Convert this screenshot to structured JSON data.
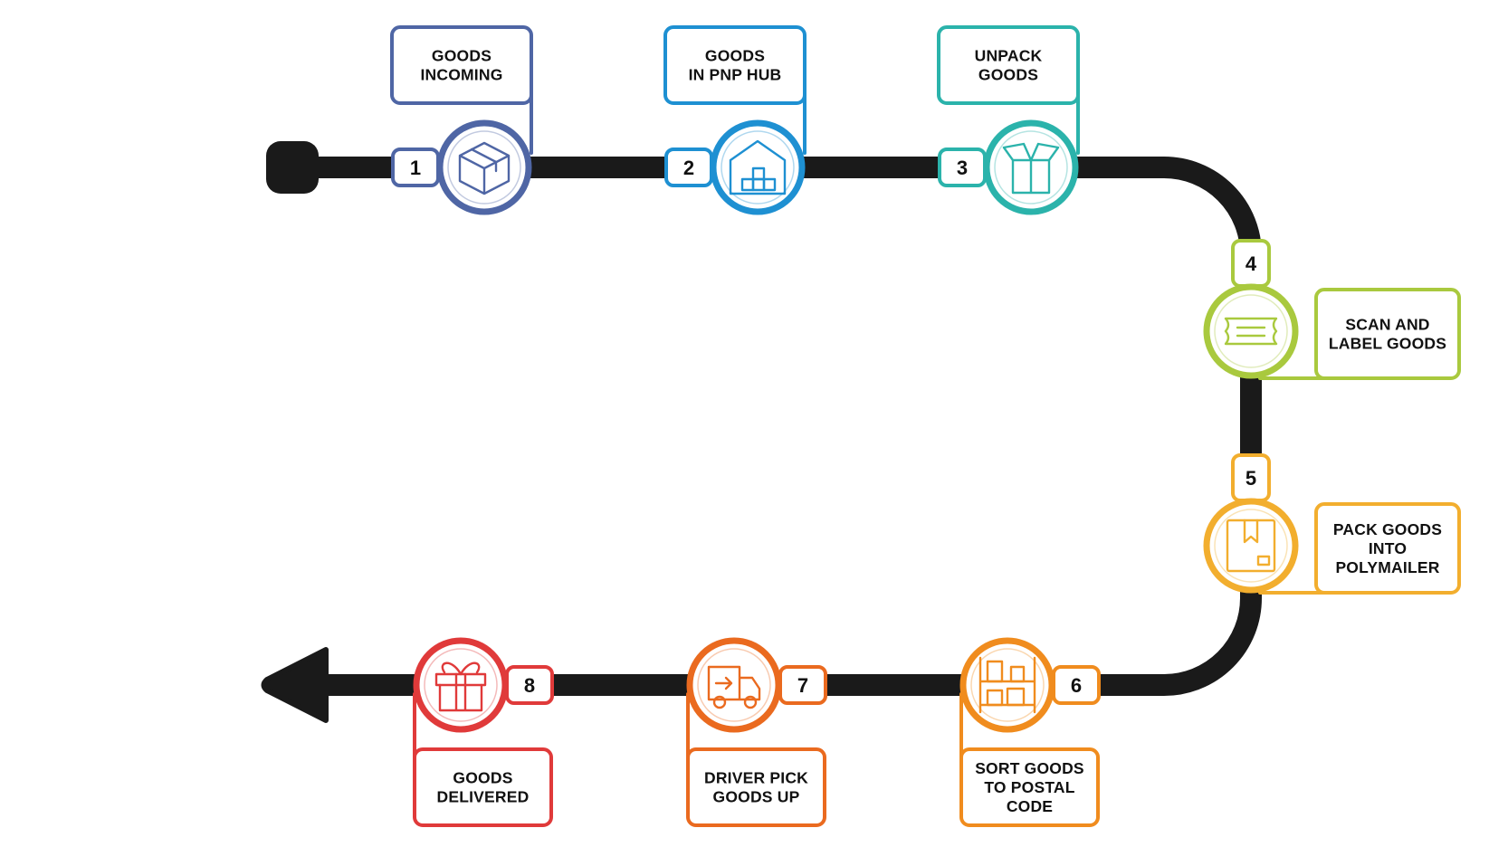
{
  "colors": {
    "track": "#1a1a1a",
    "background": "#ffffff"
  },
  "steps": [
    {
      "number": "1",
      "lines": [
        "GOODS",
        "INCOMING"
      ],
      "icon": "box-icon",
      "color": "#4f66a5"
    },
    {
      "number": "2",
      "lines": [
        "GOODS",
        "IN PNP HUB"
      ],
      "icon": "warehouse-icon",
      "color": "#1e90d2"
    },
    {
      "number": "3",
      "lines": [
        "UNPACK",
        "GOODS"
      ],
      "icon": "open-box-icon",
      "color": "#2bb3ab"
    },
    {
      "number": "4",
      "lines": [
        "SCAN AND",
        "LABEL GOODS"
      ],
      "icon": "label-tag-icon",
      "color": "#a9c93e"
    },
    {
      "number": "5",
      "lines": [
        "PACK GOODS",
        "INTO",
        "POLYMAILER"
      ],
      "icon": "polymailer-icon",
      "color": "#f2ae2e"
    },
    {
      "number": "6",
      "lines": [
        "SORT GOODS",
        "TO POSTAL",
        "CODE"
      ],
      "icon": "shelves-icon",
      "color": "#f08c1e"
    },
    {
      "number": "7",
      "lines": [
        "DRIVER PICK",
        "GOODS UP"
      ],
      "icon": "delivery-truck-icon",
      "color": "#ea6a1f"
    },
    {
      "number": "8",
      "lines": [
        "GOODS",
        "DELIVERED"
      ],
      "icon": "gift-icon",
      "color": "#e03a3a"
    }
  ]
}
